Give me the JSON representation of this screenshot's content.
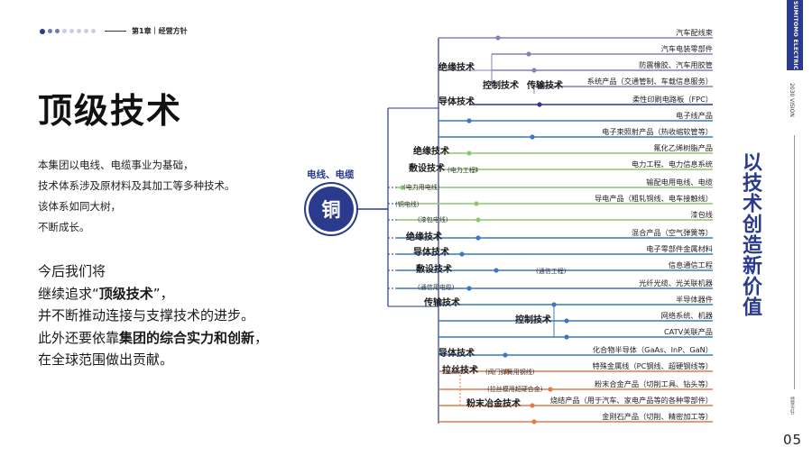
{
  "header": {
    "chapter": "第1章｜经营方针"
  },
  "title": "顶级技术",
  "intro": [
    "本集团以电线、电缆事业为基础，",
    "技术体系涉及原材料及其加工等多种技术。",
    "该体系如同大树，",
    "不断成长。"
  ],
  "future": {
    "line1": "今后我们将",
    "line2_pre": "继续追求“",
    "line2_bold": "顶级技术",
    "line2_post": "”，",
    "line3": "并不断推动连接与支撑技术的进步。",
    "line4_pre": "此外还要依靠",
    "line4_bold": "集团的综合实力和创新",
    "line4_post": "，",
    "line5": "在全球范围做出贡献。"
  },
  "root": {
    "label": "电线、电缆",
    "symbol": "铜"
  },
  "categories": [
    "绝缘技术",
    "控制技术",
    "传输技术",
    "导体技术",
    "绝缘技术",
    "敷设技术",
    "绝缘技术",
    "导体技术",
    "敷设技术",
    "传输技术",
    "控制技术",
    "导体技术",
    "拉丝技术",
    "粉末冶金技术"
  ],
  "sub_labels": {
    "power": "(电力工程)",
    "power_cable": "(电力用电线)",
    "copper_wire": "(铜电线)",
    "enamel": "(漆包电线)",
    "comm_work": "(通信工程)",
    "comm_cable": "(通信用电缆)",
    "valve_spring": "(阀门弹簧用钢线)",
    "drawing_alloy": "(拉丝模用超硬合金)"
  },
  "leaves": [
    "汽车配线束",
    "汽车电装零部件",
    "防震橡胶、汽车用胶管",
    "系统产品（交通管制、车载信息服务）",
    "柔性印刷电路板（FPC）",
    "电子线产品",
    "电子束照射产品（热收缩软管等）",
    "氟化乙烯树脂产品",
    "电力工程、电力信息系统",
    "输配电用电线、电缆",
    "导电产品（粗轧铜线、电车接触线）",
    "漆包线",
    "混合产品（空气弹簧等）",
    "电子零部件金属材料",
    "信息通信工程",
    "光纤光缆、光关联机器",
    "半导体器件",
    "网络系统、机器",
    "CATV关联产品",
    "化合物半导体（GaAs、InP、GaN）",
    "特殊金属线（PC钢线、超硬钢线等）",
    "粉末合金产品（切削工具、钻头等）",
    "烧结产品（用于汽车、家电产品等的各种零部件）",
    "金刚石产品（切削、精密加工等）"
  ],
  "colors": {
    "navy": "#2a3a8c",
    "purple": "#8b7fb8",
    "blue": "#3a78c2",
    "green": "#8ec66f",
    "orange": "#e07a4a"
  },
  "tagline": "以技术创造新价值",
  "sidebar": {
    "brand": "SUMITOMO ELECTRIC",
    "vision": "2030 VISION",
    "small": "经营方针"
  },
  "page_number": "05"
}
